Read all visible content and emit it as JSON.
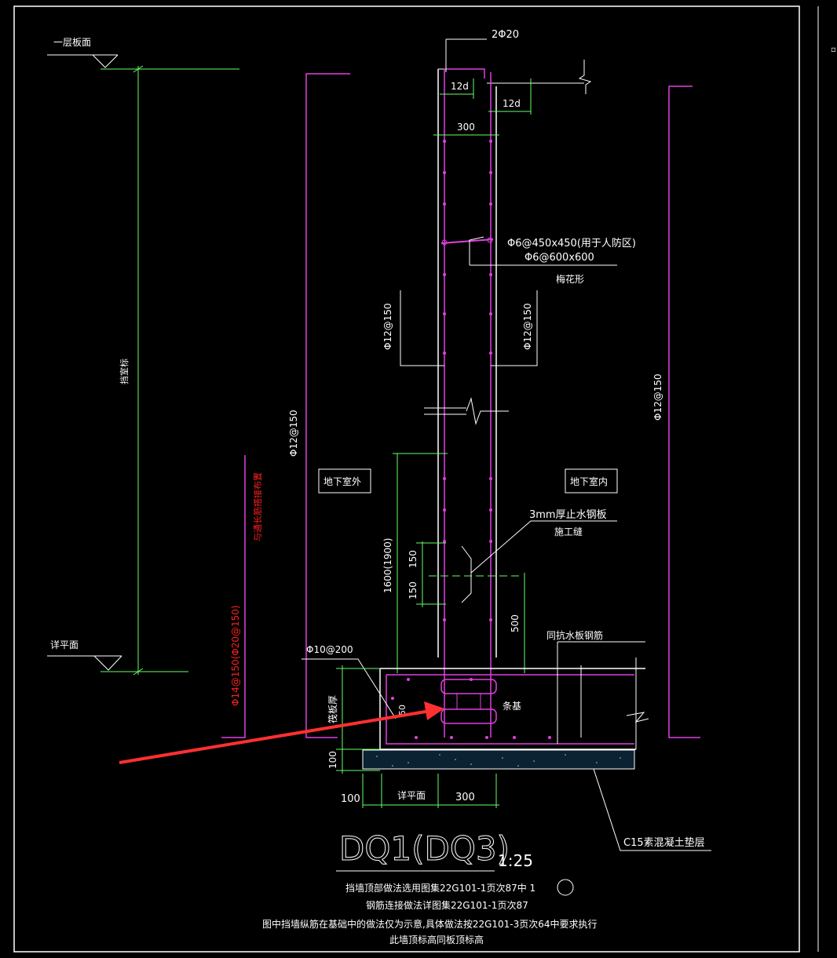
{
  "labels": {
    "first_floor_slab": "一层板面",
    "tie_line_top": "挡室标",
    "foundation_level": "详平面",
    "bar_2phi20": "2Φ20",
    "dim_12d_a": "12d",
    "dim_12d_b": "12d",
    "dim_300_top": "300",
    "tie_bar_a": "Φ6@450x450(用于人防区)",
    "tie_bar_b": "Φ6@600x600",
    "tie_pattern": "梅花形",
    "bar_left_inner": "Φ12@150",
    "bar_right_inner": "Φ12@150",
    "bar_left_outer": "Φ12@150",
    "bar_right_outer": "Φ12@150",
    "outside_label": "地下室外",
    "inside_label": "地下室内",
    "waterstop": "3mm厚止水钢板",
    "construction_joint": "施工缝",
    "dim_1600": "1600(1900)",
    "dim_150_a": "150",
    "dim_150_b": "150",
    "dim_500": "500",
    "same_as_slab": "同抗水板钢筋",
    "red_note_a": "与通长筋搭接布置",
    "red_note_b": "Φ14@150(Φ20@150)",
    "phi10": "Φ10@200",
    "raft_thk": "筏板厚",
    "dim_50": "50",
    "strip_found": "条基",
    "dim_100_v": "100",
    "dim_100_h": "100",
    "bottom_level": "详平面",
    "dim_300_bot": "300",
    "c15": "C15素混凝土垫层",
    "title": "DQ1(DQ3)",
    "scale": "1:25",
    "note1": "挡墙顶部做法选用图集22G101-1页次87中  1",
    "note2": "钢筋连接做法详图集22G101-1页次87",
    "note3": "图中挡墙纵筋在基础中的做法仅为示意,具体做法按22G101-3页次64中要求执行",
    "note4": "此墙顶标高同板顶标高"
  },
  "colors": {
    "background": "#000000",
    "wall": "#e040e0",
    "dimension": "#66ff66",
    "text": "#ffffff",
    "red": "#ff2020",
    "arrow": "#ff3030"
  }
}
